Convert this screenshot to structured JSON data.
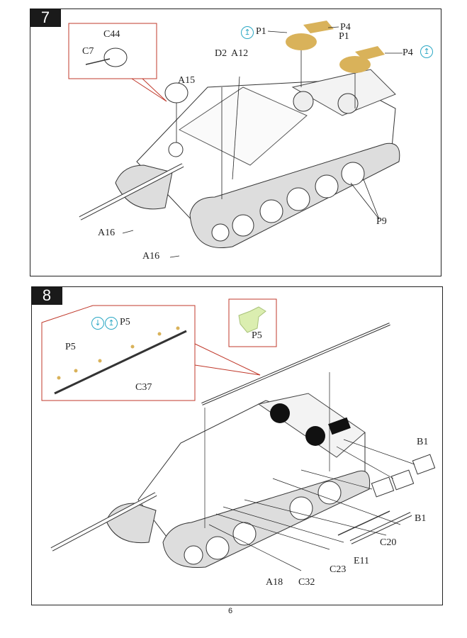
{
  "page_number": "6",
  "steps": [
    {
      "number": "7",
      "labels": {
        "c44": "C44",
        "c7": "C7",
        "d2": "D2",
        "a12": "A12",
        "a15": "A15",
        "p1_a": "P1",
        "p4_a": "P4",
        "p1_b": "P1",
        "p4_b": "P4",
        "p9": "P9",
        "a16_a": "A16",
        "a16_b": "A16"
      },
      "icons": [
        "photo-etch-flip-icon",
        "photo-etch-flip-icon"
      ]
    },
    {
      "number": "8",
      "labels": {
        "p5_detail": "P5",
        "p5_a": "P5",
        "p5_b": "P5",
        "c37": "C37",
        "b1_a": "B1",
        "b1_b": "B1",
        "c20": "C20",
        "e11": "E11",
        "c23": "C23",
        "a18": "A18",
        "c32": "C32"
      },
      "icons": [
        "bend-down-icon",
        "photo-etch-flip-icon"
      ]
    }
  ],
  "colors": {
    "callout": "#c0392b",
    "etch": "#d9b25a",
    "icon": "#2aa7c4",
    "resin": "#dbeeb0"
  }
}
